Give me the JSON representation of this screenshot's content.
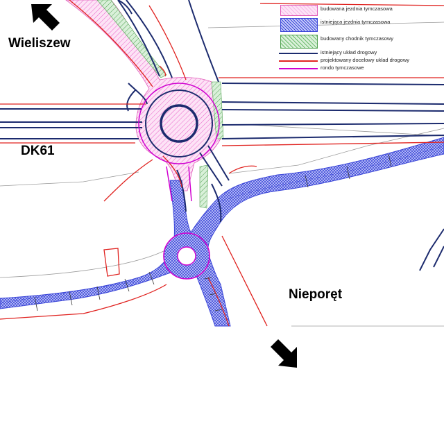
{
  "map": {
    "places": {
      "wieliszew": "Wieliszew",
      "dk61": "DK61",
      "nieporet": "Nieporęt"
    },
    "colors": {
      "existing_road": "#1c2b6e",
      "designed_road": "#e0221f",
      "temp_roundabout": "#d000d0",
      "temp_carriageway_fill": "#f7b8e8",
      "existing_carriageway_fill": "#4f58e0",
      "temp_sidewalk_fill": "#6fbd6f"
    }
  },
  "legend": {
    "items": [
      {
        "label": "budowana jezdnia tymczasowa"
      },
      {
        "label": "istniejąca jezdnia tymczasowa"
      },
      {
        "label": "budowany chodnik tymczasowy"
      },
      {
        "label": "istniejący układ drogowy"
      },
      {
        "label": "projektowany docelowy układ drogowy"
      },
      {
        "label": "rondo tymczasowe"
      }
    ]
  }
}
